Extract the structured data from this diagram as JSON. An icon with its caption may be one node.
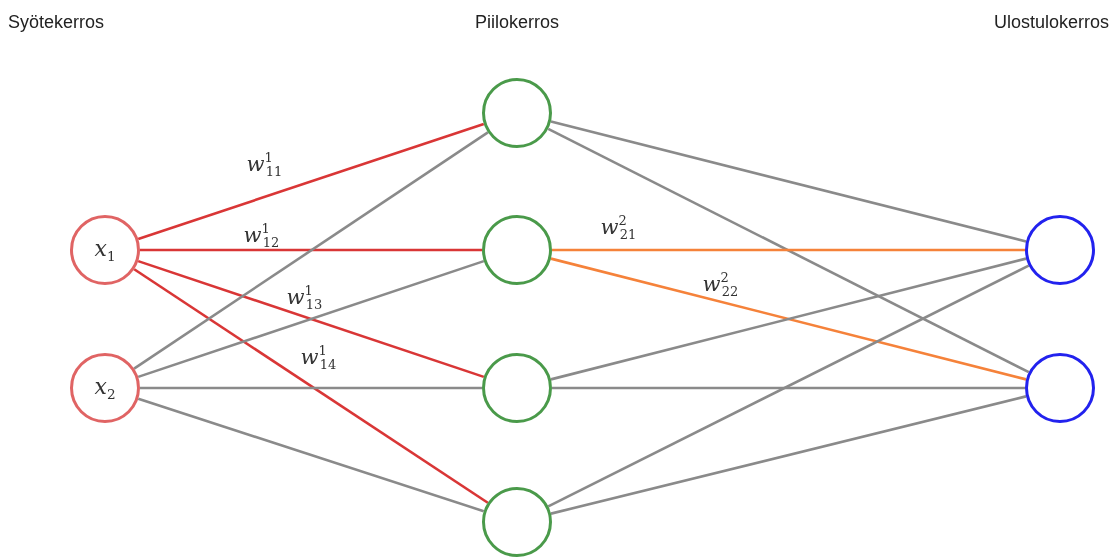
{
  "diagram": {
    "nodes": [
      {
        "text": [
          "x$_{1}$"
        ]
      },
      {
        "text": [
          "x$_{2}$"
        ]
      },
      {
        "text": [],
        "shape": "circle"
      },
      {
        "text": [],
        "shape": "circle"
      },
      {
        "text": [],
        "shape": "circle"
      },
      {
        "text": [],
        "shape": "circle"
      },
      {
        "text": [],
        "shape": "circle"
      },
      {
        "text": [],
        "shape": "circle"
      }
    ],
    "edges": [
      {
        "from": 0,
        "to": 2,
        "arrow": "none",
        "label": "w$^{1}$$_{11}$",
        "color": "#d93636"
      },
      {
        "from": 0,
        "to": 3,
        "arrow": "none",
        "label": "w$^{1}$$_{12}$",
        "color": "#d93636"
      },
      {
        "from": 0,
        "to": 4,
        "arrow": "none",
        "label": "w$^{1}$$_{13}$",
        "color": "#d93636"
      },
      {
        "from": 0,
        "to": 5,
        "arrow": "none",
        "label": "w$^{1}$$_{14}$",
        "color": "#d93636"
      },
      {
        "from": 1,
        "to": 2,
        "arrow": "none"
      },
      {
        "from": 1,
        "to": 3,
        "arrow": "none"
      },
      {
        "from": 1,
        "to": 4,
        "arrow": "none"
      },
      {
        "from": 1,
        "to": 5,
        "arrow": "none"
      },
      {
        "from": 2,
        "to": 6,
        "arrow": "none"
      },
      {
        "from": 2,
        "to": 7,
        "arrow": "none"
      },
      {
        "from": 3,
        "to": 6,
        "arrow": "none",
        "label": "w$^{2}$$_{21}$",
        "color": "#f5823a"
      },
      {
        "from": 3,
        "to": 7,
        "arrow": "none",
        "label": "w$^{2}$$_{22}$",
        "color": "#f5823a"
      },
      {
        "from": 4,
        "to": 6,
        "arrow": "none"
      },
      {
        "from": 4,
        "to": 7,
        "arrow": "none"
      },
      {
        "from": 5,
        "to": 6,
        "arrow": "none"
      },
      {
        "from": 5,
        "to": 7,
        "arrow": "none"
      }
    ],
    "labels": [
      "Syötekerros",
      "Piilokerros",
      "Ulostulokerros"
    ]
  }
}
